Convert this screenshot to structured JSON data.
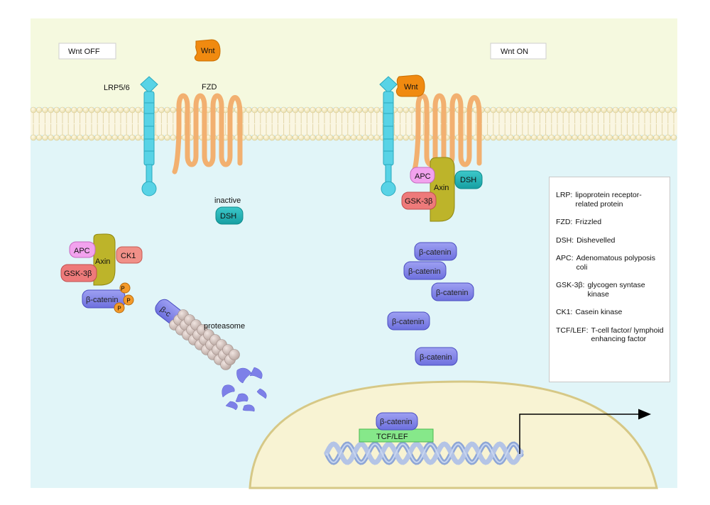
{
  "labels": {
    "wnt_off": "Wnt OFF",
    "wnt_on": "Wnt ON",
    "wnt": "Wnt",
    "lrp": "LRP5/6",
    "fzd": "FZD",
    "inactive": "inactive",
    "dsh": "DSH",
    "apc": "APC",
    "axin": "Axin",
    "gsk": "GSK-3β",
    "ck1": "CK1",
    "beta_catenin": "β-catenin",
    "beta_short": "β-c",
    "p": "P",
    "proteasome": "proteasome",
    "tcf_lef": "TCF/LEF"
  },
  "legend": [
    {
      "abbr": "LRP:",
      "def": "lipoprotein receptor-related protein"
    },
    {
      "abbr": "FZD:",
      "def": "Frizzled"
    },
    {
      "abbr": "DSH:",
      "def": "Dishevelled"
    },
    {
      "abbr": "APC:",
      "def": "Adenomatous polyposis coli"
    },
    {
      "abbr": "GSK-3β:",
      "def": "glycogen syntase kinase"
    },
    {
      "abbr": "CK1:",
      "def": "Casein kinase"
    },
    {
      "abbr": "TCF/LEF:",
      "def": "T-cell factor/ lymphoid enhancing factor"
    }
  ],
  "colors": {
    "extracellular": "#f5f9df",
    "cytoplasm": "#e1f5f8",
    "nucleus": "#f8f3d3",
    "lipid_head": "#f7edc2",
    "lrp": "#58d3e6",
    "fzd": "#f2b070",
    "wnt": "#f08a10",
    "dsh": "#20b5b8",
    "apc": "#f2a2ee",
    "gsk": "#ee7a7a",
    "ck1": "#f09088",
    "axin": "#bdb42a",
    "beta_catenin": "#7d80e8",
    "phosphate": "#f49a2a",
    "proteasome": "#d8c8c4",
    "tcf": "#86e88a",
    "dna": "#9ab0d8"
  }
}
